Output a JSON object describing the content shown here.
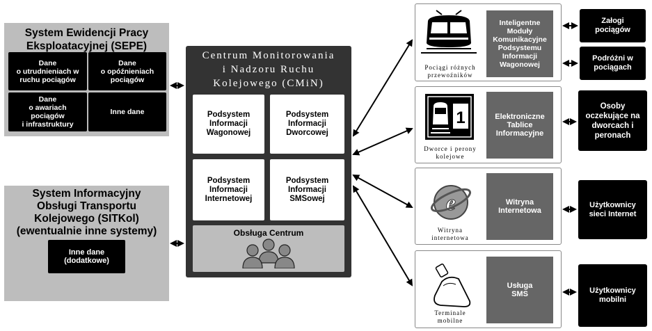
{
  "sepe": {
    "title": "System Ewidencji Pracy\nEksploatacyjnej (SEPE)",
    "boxes": [
      "Dane\no utrudnieniach w\nruchu pociągów",
      "Dane\no opóźnieniach\npociągów",
      "Dane\no awariach\npociągów\ni infrastruktury",
      "Inne dane"
    ]
  },
  "sitkol": {
    "title": "System Informacyjny\nObsługi Transportu\nKolejowego (SITKol)\n(ewentualnie inne systemy)",
    "box": "Inne dane\n(dodatkowe)"
  },
  "cmin": {
    "title": "Centrum Monitorowania\ni Nadzoru Ruchu\nKolejowego (CMiN)",
    "subsystems": [
      "Podsystem\nInformacji\nWagonowej",
      "Podsystem\nInformacji\nDworcowej",
      "Podsystem\nInformacji\nInternetowej",
      "Podsystem\nInformacji\nSMSowej"
    ],
    "service": "Obsługa Centrum"
  },
  "channels": [
    {
      "icon": "train-icon",
      "caption": "Pociągi różnych\nprzewoźników",
      "module": "Inteligentne\nModuły\nKomunikacyjne\nPodsystemu\nInformacji\nWagonowej"
    },
    {
      "icon": "station-sign-icon",
      "caption": "Dworce i perony\nkolejowe",
      "module": "Elektroniczne\nTablice\nInformacyjne"
    },
    {
      "icon": "internet-explorer-icon",
      "caption": "Witryna\ninternetowa",
      "module": "Witryna\nInternetowa"
    },
    {
      "icon": "mobile-phone-icon",
      "caption": "Terminale\nmobilne",
      "module": "Usługa\nSMS"
    }
  ],
  "recipients": [
    "Załogi\npociągów",
    "Podróżni w\npociągach",
    "Osoby\noczekujące na\ndworcach i\nperonach",
    "Użytkownicy\nsieci Internet",
    "Użytkownicy\nmobilni"
  ],
  "colors": {
    "panel_grey": "#bdbdbd",
    "cmin_bg": "#333333",
    "box_black": "#000000",
    "module_grey": "#666666"
  }
}
